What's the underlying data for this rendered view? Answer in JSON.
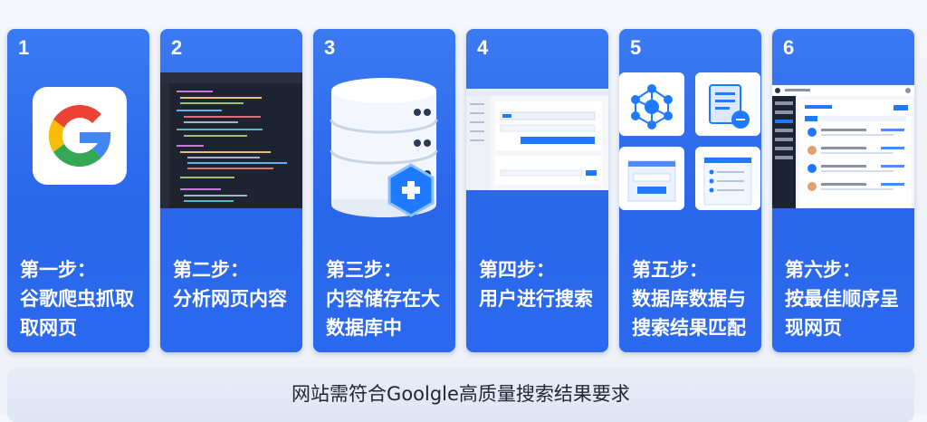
{
  "steps": [
    {
      "num": "1",
      "lines": [
        "第一步：",
        "谷歌爬虫抓取",
        "取网页"
      ],
      "icon": "google-logo"
    },
    {
      "num": "2",
      "lines": [
        "第二步：",
        "分析网页内容"
      ],
      "icon": "code-editor-screenshot"
    },
    {
      "num": "3",
      "lines": [
        "第三步：",
        "内容储存在大",
        "数据库中"
      ],
      "icon": "database-icon"
    },
    {
      "num": "4",
      "lines": [
        "第四步：",
        "用户进行搜索"
      ],
      "icon": "search-form-screenshot"
    },
    {
      "num": "5",
      "lines": [
        "第五步：",
        "数据库数据与",
        "搜索结果匹配"
      ],
      "icon": "matching-tiles"
    },
    {
      "num": "6",
      "lines": [
        "第六步：",
        "按最佳顺序呈",
        "现网页"
      ],
      "icon": "results-dashboard-screenshot"
    }
  ],
  "footer": {
    "text": "网站需符合Goolgle高质量搜索结果要求"
  },
  "colors": {
    "card": "#2f6ff0",
    "accent": "#1e7bff"
  }
}
